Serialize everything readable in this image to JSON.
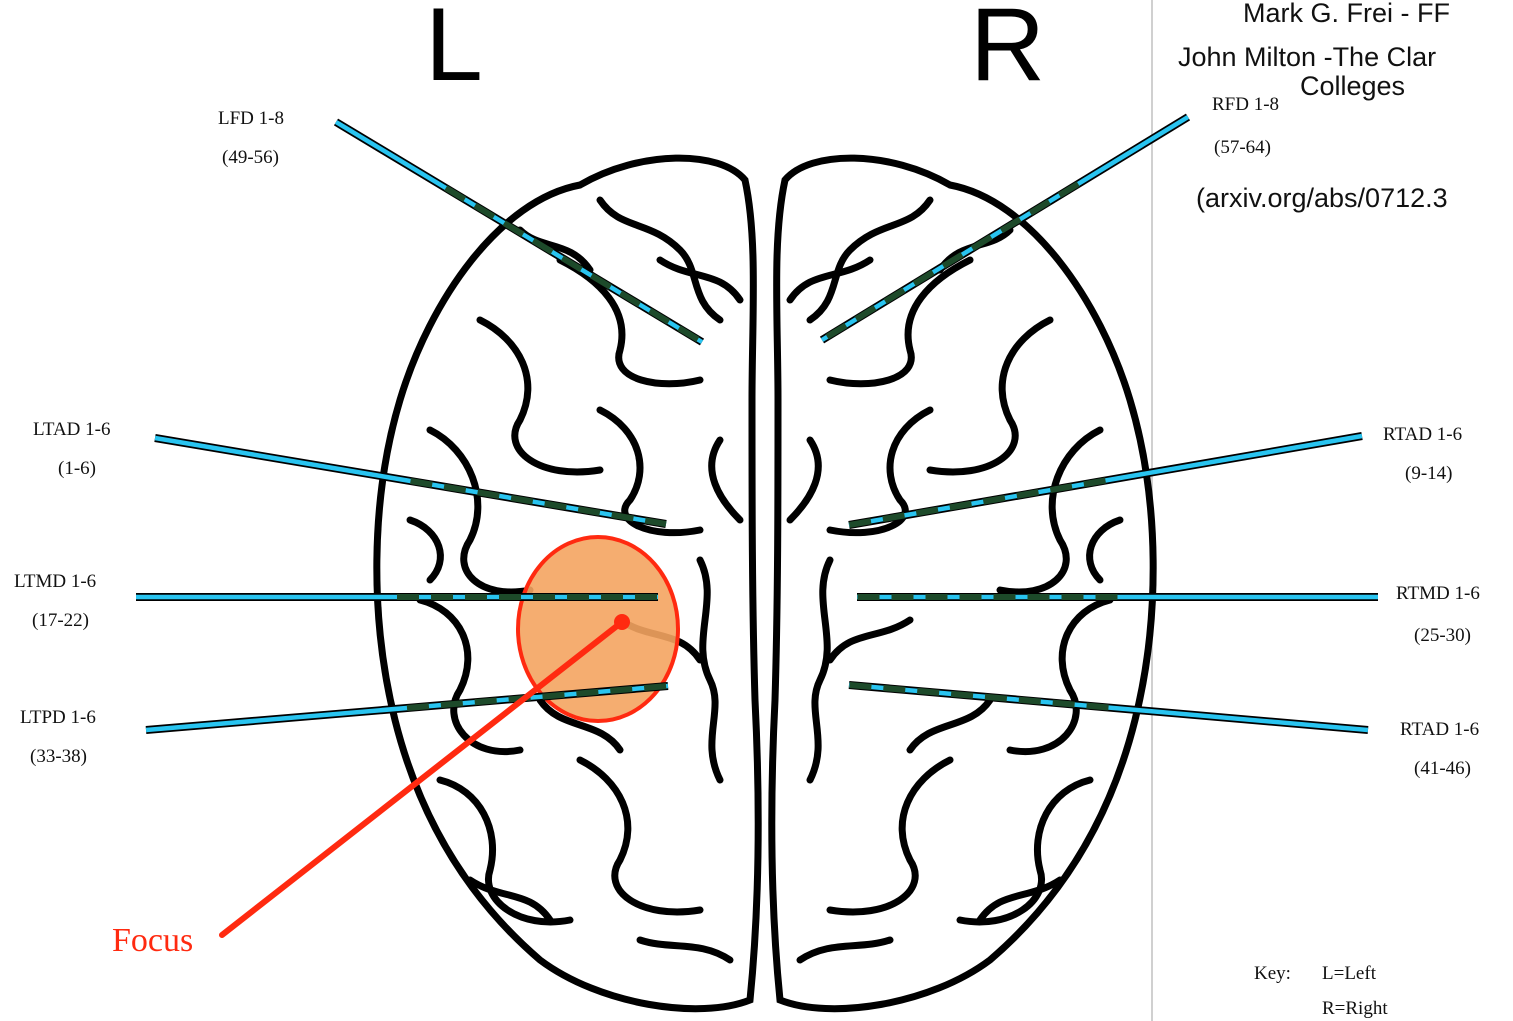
{
  "hemispheres": {
    "left_letter": "L",
    "right_letter": "R"
  },
  "credits": {
    "line1": "Mark G. Frei - FF",
    "line2": "John Milton -The Clar",
    "line3": "Colleges",
    "line4": "(arxiv.org/abs/0712.3"
  },
  "electrodes": [
    {
      "id": "LFD",
      "name": "LFD 1-8",
      "channels": "(49-56)"
    },
    {
      "id": "LTAD",
      "name": "LTAD 1-6",
      "channels": "(1-6)"
    },
    {
      "id": "LTMD",
      "name": "LTMD 1-6",
      "channels": "(17-22)"
    },
    {
      "id": "LTPD",
      "name": "LTPD 1-6",
      "channels": "(33-38)"
    },
    {
      "id": "RFD",
      "name": "RFD 1-8",
      "channels": "(57-64)"
    },
    {
      "id": "RTAD",
      "name": "RTAD 1-6",
      "channels": "(9-14)"
    },
    {
      "id": "RTMD",
      "name": "RTMD 1-6",
      "channels": "(25-30)"
    },
    {
      "id": "RTPD",
      "name": "RTAD 1-6",
      "channels": "(41-46)"
    }
  ],
  "focus": {
    "label": "Focus"
  },
  "key": {
    "title": "Key:",
    "entries": [
      "L=Left",
      "R=Right"
    ]
  },
  "colors": {
    "electrode": "#29c4f0",
    "contact": "#1d4a2a",
    "focus_fill": "#f4a460",
    "focus_stroke": "#ff2a10",
    "focus_arrow": "#ff2a10"
  }
}
